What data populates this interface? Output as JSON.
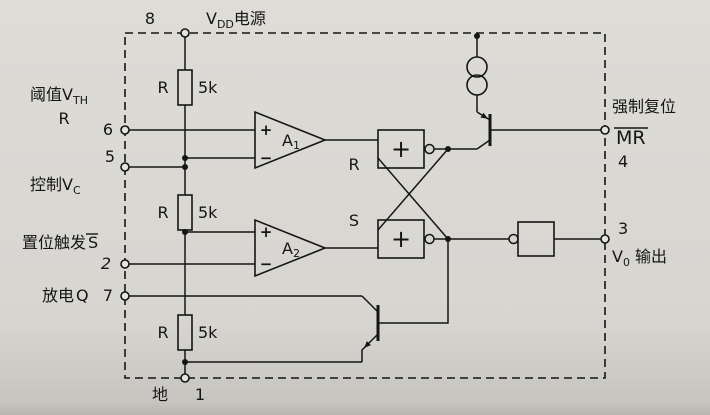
{
  "diagram": {
    "pins": {
      "p8": {
        "num": "8",
        "v": "V",
        "v_sub": "DD",
        "suffix": "电源"
      },
      "p6": {
        "num": "6",
        "prefix": "阈值",
        "v": "V",
        "v_sub": "TH",
        "line2": "R"
      },
      "p5": {
        "num": "5",
        "prefix": "控制",
        "v": "V",
        "v_sub": "C"
      },
      "p2": {
        "num": "2",
        "prefix": "置位触发",
        "signal": "S",
        "overline": true
      },
      "p7": {
        "num": "7",
        "prefix": "放电",
        "signal": "Q"
      },
      "p1": {
        "num": "1",
        "label": "地"
      },
      "p4": {
        "num": "4",
        "label": "强制复位",
        "signal": "MR",
        "overline": true
      },
      "p3": {
        "num": "3",
        "v": "V",
        "v_sub": "0",
        "suffix": "输出"
      }
    },
    "resistors": [
      {
        "label": "R",
        "value": "5k"
      },
      {
        "label": "R",
        "value": "5k"
      },
      {
        "label": "R",
        "value": "5k"
      }
    ],
    "comparators": [
      {
        "name": "A",
        "sub": "1",
        "plus": "+",
        "minus": "−"
      },
      {
        "name": "A",
        "sub": "2",
        "plus": "+",
        "minus": "−"
      }
    ],
    "flipflop": {
      "r_input": "R",
      "s_input": "S",
      "gate_symbol": "+"
    }
  }
}
